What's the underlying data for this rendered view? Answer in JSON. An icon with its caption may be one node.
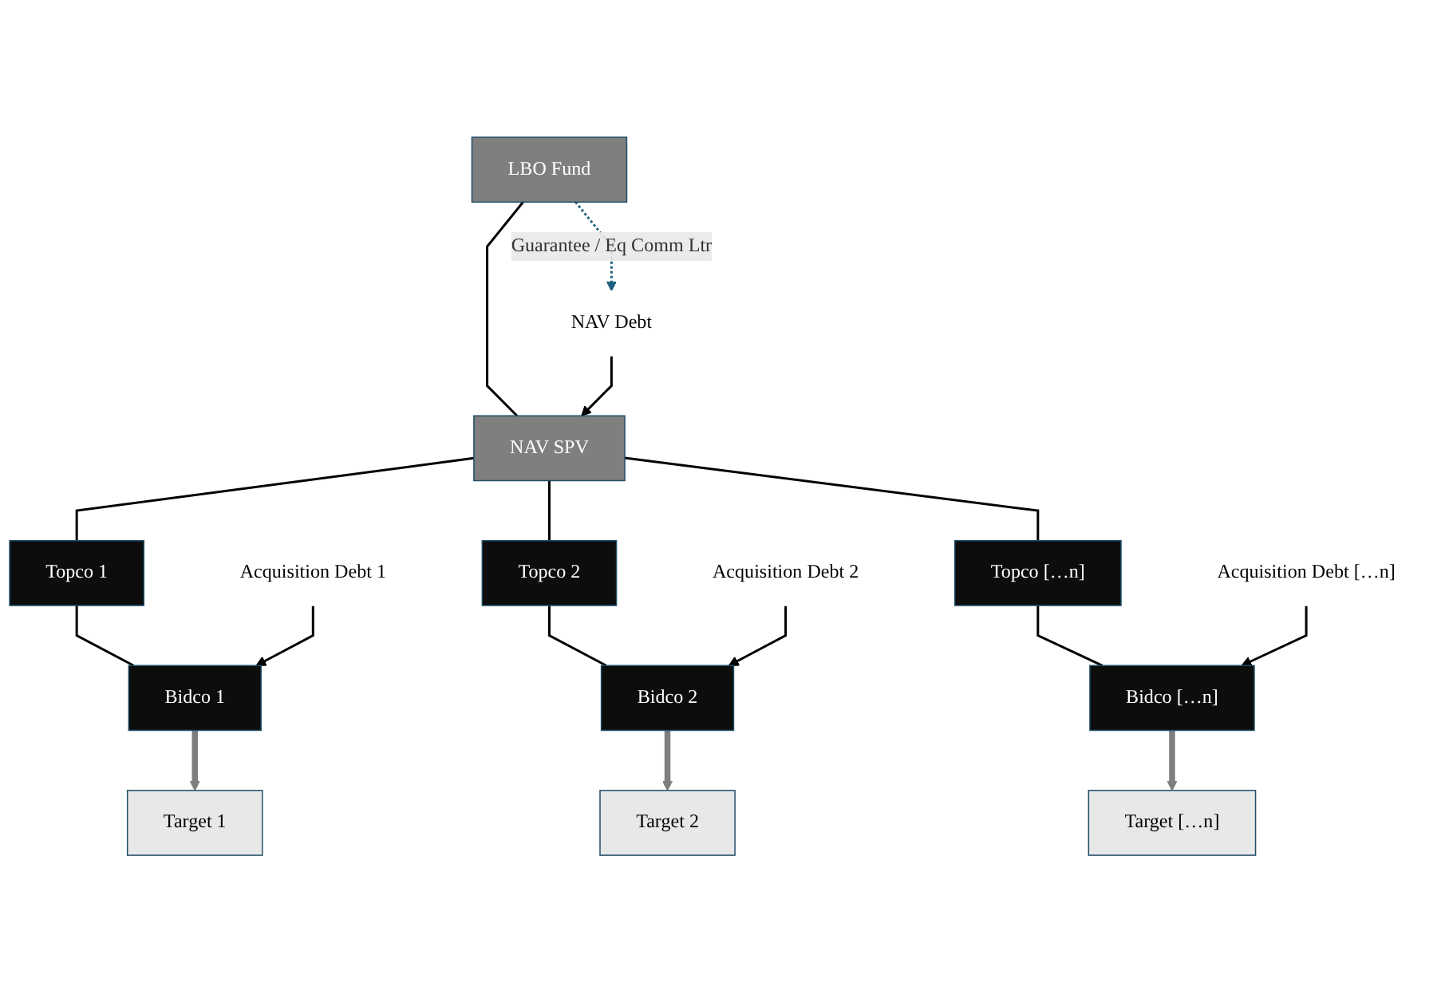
{
  "diagram": {
    "nodes": [
      {
        "text": [
          "LBO Fund"
        ]
      },
      {
        "text": [
          "NAV SPV"
        ]
      },
      {
        "text": [
          "NAV Debt"
        ]
      },
      {
        "text": [
          "Topco 1"
        ]
      },
      {
        "text": [
          "Topco 2"
        ]
      },
      {
        "text": [
          "Topco […n]"
        ]
      },
      {
        "text": [
          "Acquisition Debt 1"
        ]
      },
      {
        "text": [
          "Acquisition Debt 2"
        ]
      },
      {
        "text": [
          "Acquisition Debt […n]"
        ]
      },
      {
        "text": [
          "Bidco 1"
        ]
      },
      {
        "text": [
          "Bidco 2"
        ]
      },
      {
        "text": [
          "Bidco […n]"
        ]
      },
      {
        "text": [
          "Target 1"
        ]
      },
      {
        "text": [
          "Target 2"
        ]
      },
      {
        "text": [
          "Target […n]"
        ]
      }
    ],
    "edges": [
      {
        "from": 0,
        "to": 1,
        "arrow": "none"
      },
      {
        "from": 0,
        "to": 2,
        "arrow": "to",
        "label": "Guarantee / Eq Comm Ltr",
        "style": "dashed",
        "color": "#1f5f80"
      },
      {
        "from": 2,
        "to": 1,
        "arrow": "to"
      },
      {
        "from": 1,
        "to": 3,
        "arrow": "none"
      },
      {
        "from": 1,
        "to": 4,
        "arrow": "none"
      },
      {
        "from": 1,
        "to": 5,
        "arrow": "none"
      },
      {
        "from": 3,
        "to": 9,
        "arrow": "none"
      },
      {
        "from": 4,
        "to": 10,
        "arrow": "none"
      },
      {
        "from": 5,
        "to": 11,
        "arrow": "none"
      },
      {
        "from": 6,
        "to": 9,
        "arrow": "to"
      },
      {
        "from": 7,
        "to": 10,
        "arrow": "to"
      },
      {
        "from": 8,
        "to": 11,
        "arrow": "to"
      },
      {
        "from": 9,
        "to": 12,
        "arrow": "to",
        "style": "thick",
        "color": "#7f7f7f"
      },
      {
        "from": 10,
        "to": 13,
        "arrow": "to",
        "style": "thick",
        "color": "#7f7f7f"
      },
      {
        "from": 11,
        "to": 14,
        "arrow": "to",
        "style": "thick",
        "color": "#7f7f7f"
      }
    ]
  }
}
